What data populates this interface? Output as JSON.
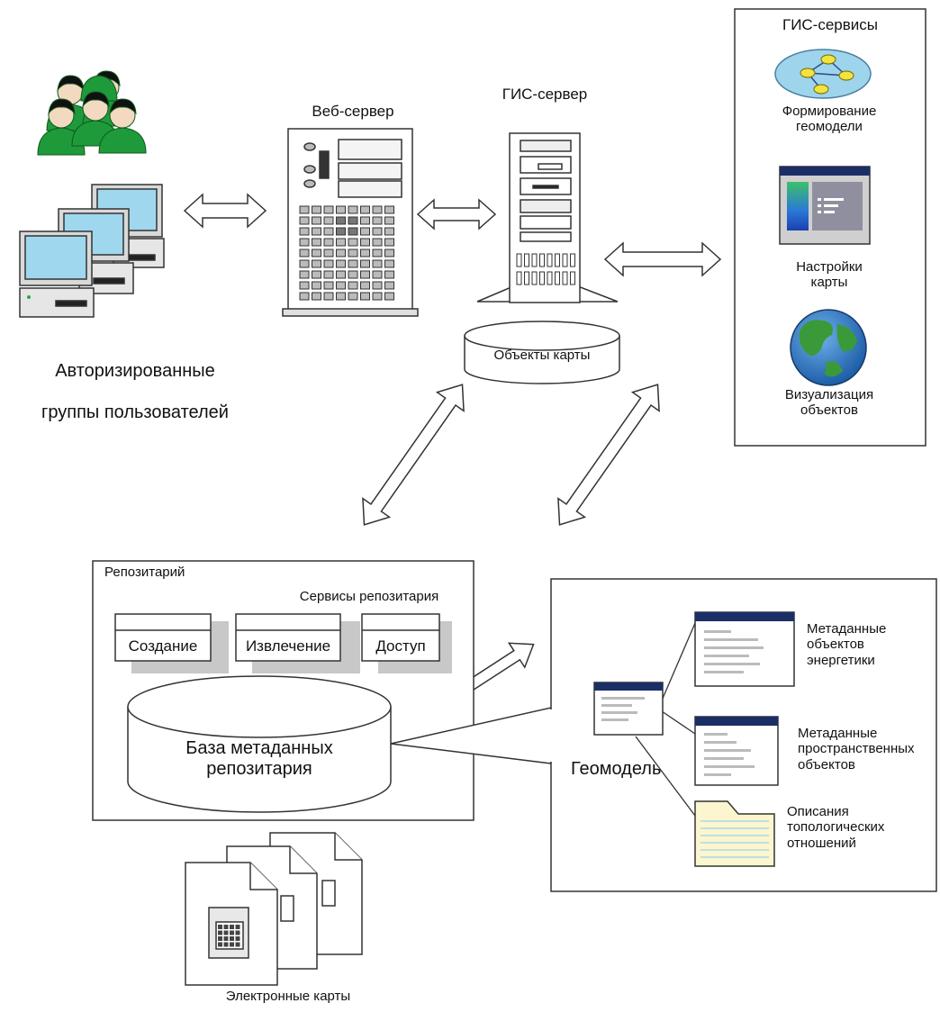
{
  "diagram": {
    "users": {
      "caption_line1": "Авторизированные",
      "caption_line2": "группы пользователей"
    },
    "web_server": {
      "title": "Веб-сервер"
    },
    "gis_server": {
      "title": "ГИС-сервер",
      "db_label": "Объекты карты"
    },
    "gis_services": {
      "title": "ГИС-сервисы",
      "items": [
        {
          "label": "Формирование\nгеомодели",
          "icon": "graph-ellipse-icon"
        },
        {
          "label": "Настройки\nкарты",
          "icon": "map-window-icon"
        },
        {
          "label": "Визуализация\nобъектов",
          "icon": "globe-icon"
        }
      ]
    },
    "repository": {
      "title": "Репозитарий",
      "services_title": "Сервисы репозитария",
      "services": [
        "Создание",
        "Извлечение",
        "Доступ"
      ],
      "db_label": "База метаданных\nрепозитария"
    },
    "geomodel": {
      "title": "Геомодель",
      "items": [
        {
          "label": "Метаданные\nобъектов\nэнергетики",
          "icon": "document-window-icon"
        },
        {
          "label": "Метаданные\nпространственных\nобъектов",
          "icon": "document-window-icon"
        },
        {
          "label": "Описания\nтопологических\nотношений",
          "icon": "folder-icon"
        }
      ]
    },
    "electronic_maps": {
      "caption": "Электронные карты"
    },
    "colors": {
      "person": "#1f9a3a",
      "monitor_screen": "#9fd8ee",
      "service_ellipse": "#9ed4ec",
      "node": "#f2e43a",
      "globe_ocean": "#2f78c8",
      "globe_land": "#3a9a3a",
      "window_title": "#1b2f66",
      "folder": "#fbf6cf",
      "shadow": "#c8c8c8"
    }
  }
}
